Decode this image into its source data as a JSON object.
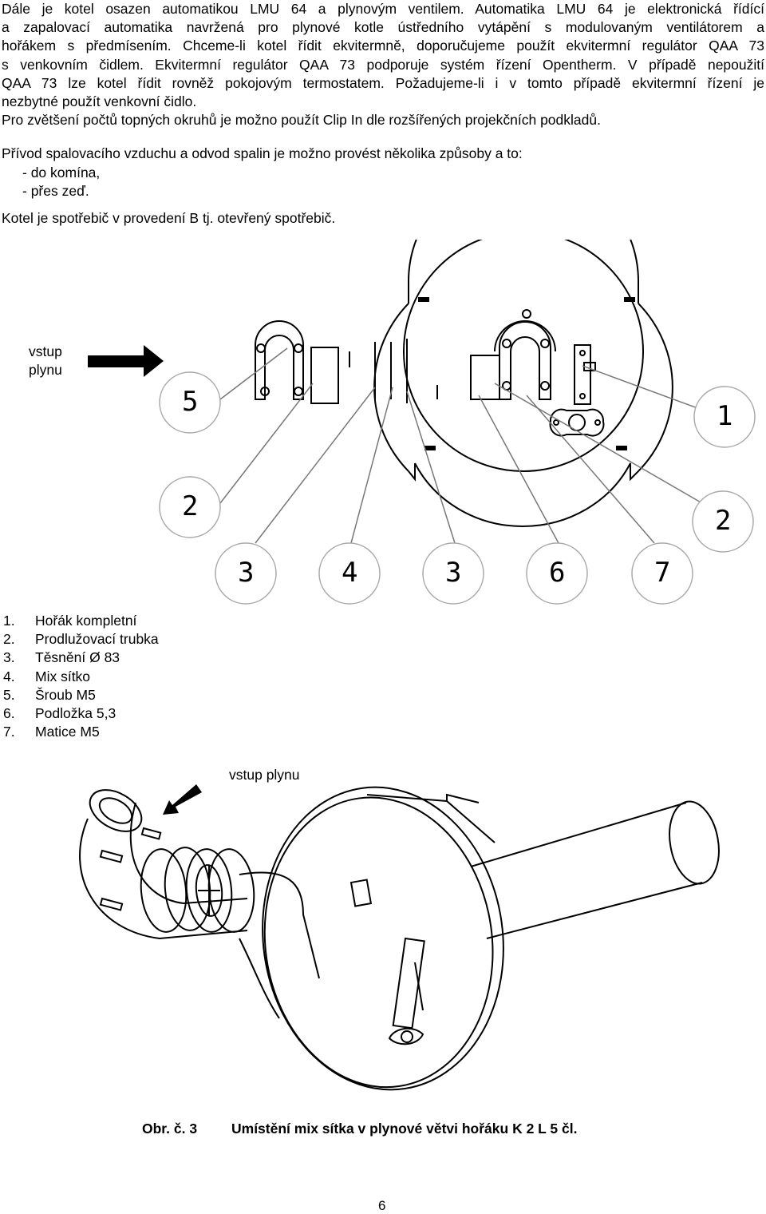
{
  "intro_lines": [
    "Dále je kotel osazen automatikou LMU 64 a plynovým ventilem. Automatika LMU 64 je elektronická řídící",
    "a zapalovací automatika navržená pro plynové kotle ústředního vytápění s modulovaným ventilátorem a",
    "hořákem s předmísením. Chceme-li kotel řídit ekvitermně, doporučujeme použít ekvitermní regulátor QAA 73",
    "s venkovním čidlem. Ekvitermní regulátor QAA 73 podporuje systém řízení Opentherm. V případě nepoužití",
    "QAA 73 lze kotel řídit rovněž pokojovým termostatem. Požadujeme-li i v tomto případě ekvitermní řízení je",
    "nezbytné použít venkovní čidlo.",
    "Pro zvětšení počtů topných okruhů je možno použít Clip In dle rozšířených projekčních podkladů."
  ],
  "air_intro": "Přívod spalovacího vzduchu a odvod spalin je možno provést několika způsoby a to:",
  "air_options": [
    "-  do komína,",
    "-  přes zeď."
  ],
  "appliance_note": "Kotel je spotřebič v provedení B tj. otevřený spotřebič.",
  "figure1": {
    "gas_inlet_label_line1": "vstup",
    "gas_inlet_label_line2": "plynu",
    "callouts": [
      "5",
      "1",
      "2",
      "2",
      "3",
      "4",
      "3",
      "6",
      "7"
    ]
  },
  "parts_list": [
    {
      "num": "1.",
      "name": "Hořák kompletní"
    },
    {
      "num": "2.",
      "name": "Prodlužovací trubka"
    },
    {
      "num": "3.",
      "name": "Těsnění Ø 83"
    },
    {
      "num": "4.",
      "name": "Mix sítko"
    },
    {
      "num": "5.",
      "name": "Šroub M5"
    },
    {
      "num": "6.",
      "name": "Podložka 5,3"
    },
    {
      "num": "7.",
      "name": "Matice M5"
    }
  ],
  "figure2": {
    "gas_inlet_label": "vstup plynu"
  },
  "caption": {
    "fig_number": "Obr. č. 3",
    "title": "Umístění mix sítka v plynové větvi hořáku K 2 L 5 čl."
  },
  "page_number": "6"
}
